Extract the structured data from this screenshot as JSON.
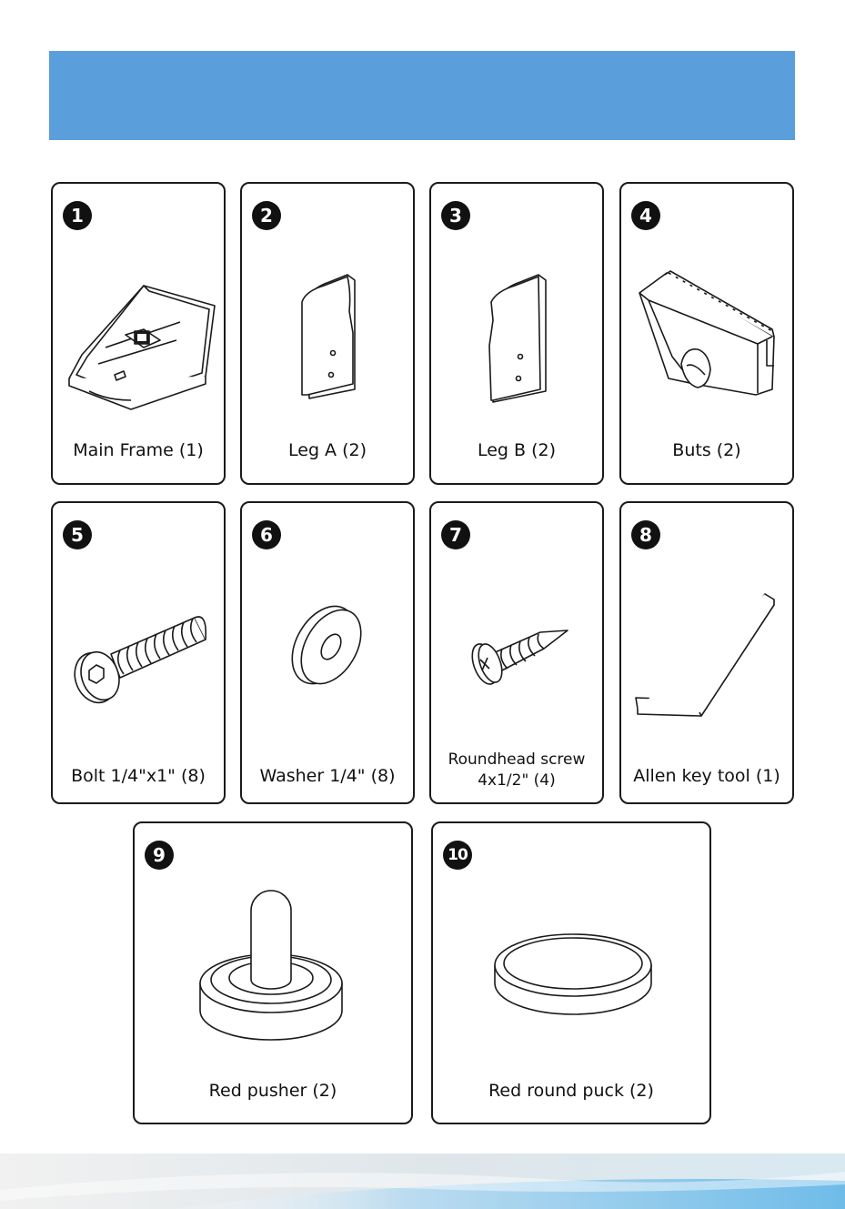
{
  "parts": [
    {
      "number": "1",
      "label": "Main Frame (1)",
      "icon": "main-frame-icon"
    },
    {
      "number": "2",
      "label": "Leg A (2)",
      "icon": "leg-a-icon"
    },
    {
      "number": "3",
      "label": "Leg B (2)",
      "icon": "leg-b-icon"
    },
    {
      "number": "4",
      "label": "Buts (2)",
      "icon": "goal-icon"
    },
    {
      "number": "5",
      "label": "Bolt 1/4\"x1\" (8)",
      "icon": "bolt-icon"
    },
    {
      "number": "6",
      "label": "Washer 1/4\" (8)",
      "icon": "washer-icon"
    },
    {
      "number": "7",
      "label": "Roundhead screw\n4x1/2\" (4)",
      "icon": "screw-icon"
    },
    {
      "number": "8",
      "label": "Allen key tool (1)",
      "icon": "allen-key-icon"
    },
    {
      "number": "9",
      "label": "Red pusher (2)",
      "icon": "pusher-icon"
    },
    {
      "number": "10",
      "label": "Red round puck (2)",
      "icon": "puck-icon"
    }
  ],
  "colors": {
    "banner": "#5a9edb",
    "outline": "#1a1a1a",
    "footer_blue": "#7fc3ec",
    "footer_gray": "#ececec"
  }
}
